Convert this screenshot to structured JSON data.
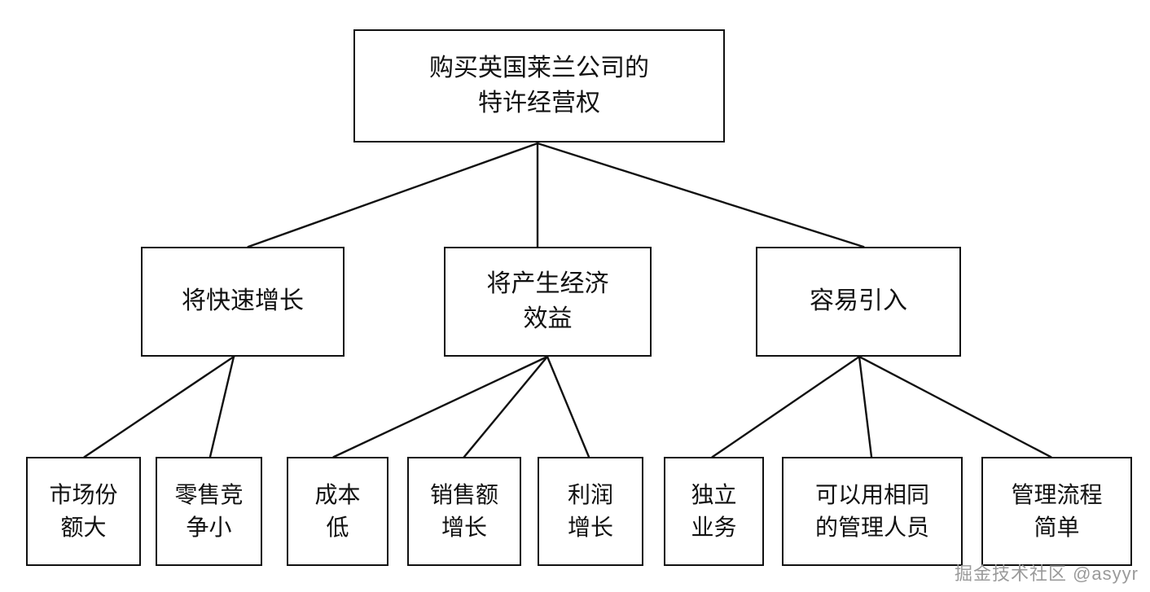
{
  "diagram": {
    "type": "tree",
    "title": "购买英国莱兰公司的特许经营权",
    "background_color": "#ffffff",
    "node_border_color": "#111111",
    "node_fill_color": "#ffffff",
    "edge_color": "#111111",
    "root": {
      "id": "root",
      "label": "购买英国莱兰公司的\n特许经营权"
    },
    "level2": [
      {
        "id": "mid-1",
        "label": "将快速增长"
      },
      {
        "id": "mid-2",
        "label": "将产生经济\n效益"
      },
      {
        "id": "mid-3",
        "label": "容易引入"
      }
    ],
    "level3": [
      {
        "id": "leaf-1",
        "parent": "mid-1",
        "label": "市场份\n额大"
      },
      {
        "id": "leaf-2",
        "parent": "mid-1",
        "label": "零售竞\n争小"
      },
      {
        "id": "leaf-3",
        "parent": "mid-2",
        "label": "成本\n低"
      },
      {
        "id": "leaf-4",
        "parent": "mid-2",
        "label": "销售额\n增长"
      },
      {
        "id": "leaf-5",
        "parent": "mid-2",
        "label": "利润\n增长"
      },
      {
        "id": "leaf-6",
        "parent": "mid-3",
        "label": "独立\n业务"
      },
      {
        "id": "leaf-7",
        "parent": "mid-3",
        "label": "可以用相同\n的管理人员"
      },
      {
        "id": "leaf-8",
        "parent": "mid-3",
        "label": "管理流程\n简单"
      }
    ]
  },
  "watermark": {
    "text": "掘金技术社区 @asyyr",
    "color": "#9a9a9a"
  }
}
